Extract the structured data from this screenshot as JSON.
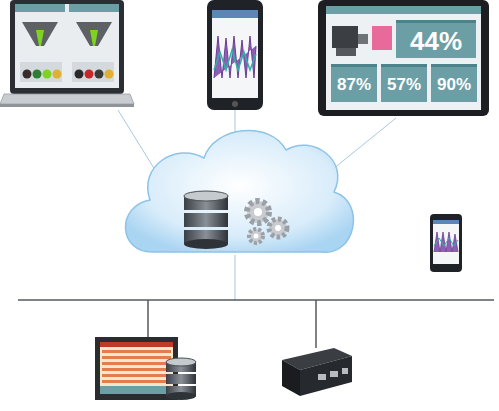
{
  "diagram": {
    "nodes": [
      {
        "text": [
          "44%"
        ]
      },
      {
        "text": [
          "87%"
        ]
      },
      {
        "text": [
          "57%"
        ]
      },
      {
        "text": [
          "90%"
        ]
      }
    ]
  }
}
